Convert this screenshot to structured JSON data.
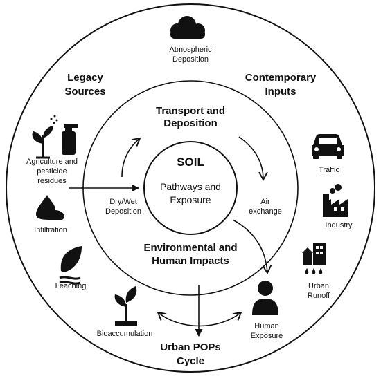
{
  "center": {
    "title": "SOIL",
    "subtitle_line1": "Pathways and",
    "subtitle_line2": "Exposure"
  },
  "ring_labels": {
    "transport_line1": "Transport and",
    "transport_line2": "Deposition",
    "impacts_line1": "Environmental and",
    "impacts_line2": "Human Impacts"
  },
  "outer_labels": {
    "legacy_line1": "Legacy",
    "legacy_line2": "Sources",
    "contemporary_line1": "Contemporary",
    "contemporary_line2": "Inputs",
    "cycle_line1": "Urban POPs",
    "cycle_line2": "Cycle"
  },
  "items": {
    "atmospheric_line1": "Atmospheric",
    "atmospheric_line2": "Deposition",
    "agriculture_line1": "Agriculture and",
    "agriculture_line2": "pesticide",
    "agriculture_line3": "residues",
    "infiltration": "Infiltration",
    "leaching": "Leaching",
    "bioaccumulation": "Bioaccumulation",
    "traffic": "Traffic",
    "industry": "Industry",
    "urban_runoff_line1": "Urban",
    "urban_runoff_line2": "Runoff",
    "human_exposure_line1": "Human",
    "human_exposure_line2": "Exposure",
    "drywet_line1": "Dry/Wet",
    "drywet_line2": "Deposition",
    "air_line1": "Air",
    "air_line2": "exchange"
  },
  "colors": {
    "line": "#111111",
    "icon": "#111111",
    "background": "#ffffff"
  }
}
